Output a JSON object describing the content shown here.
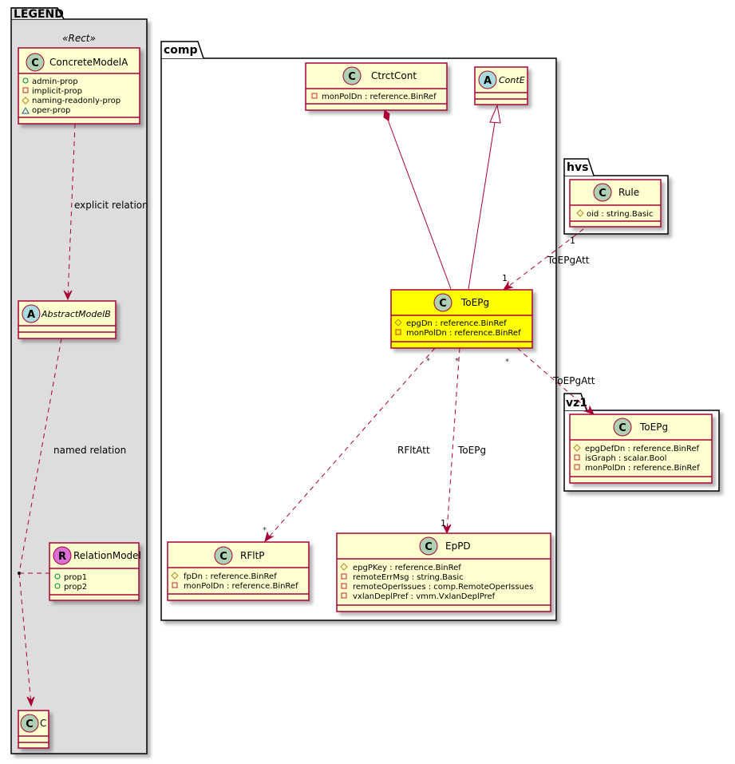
{
  "colors": {
    "class_fill": "#FEFECE",
    "class_border": "#A80036",
    "highlight_fill": "#FFFF00",
    "legend_bg": "#DDDDDD",
    "edge": "#A80036",
    "circle_class": "#ADD1B2",
    "circle_abstract": "#A9DCDF",
    "circle_relation": "#DA70D6"
  },
  "legend": {
    "package_name": "LEGEND",
    "stereotype": "«Rect»",
    "concrete": {
      "kind": "C",
      "name": "ConcreteModelA",
      "attrs": [
        {
          "vis": "public",
          "text": "admin-prop"
        },
        {
          "vis": "private",
          "text": "implicit-prop"
        },
        {
          "vis": "protected",
          "text": "naming-readonly-prop"
        },
        {
          "vis": "package",
          "text": "oper-prop"
        }
      ]
    },
    "abstract": {
      "kind": "A",
      "name": "AbstractModelB"
    },
    "relation": {
      "kind": "R",
      "name": "RelationModel",
      "attrs": [
        {
          "vis": "public",
          "text": "prop1"
        },
        {
          "vis": "public",
          "text": "prop2"
        }
      ]
    },
    "c": {
      "kind": "C",
      "name": "C"
    },
    "edge_explicit_label": "explicit relation",
    "edge_named_label": "named relation"
  },
  "packages": {
    "comp": "comp",
    "hvs": "hvs",
    "vz1": "vz1"
  },
  "classes": {
    "ctrctcont": {
      "kind": "C",
      "name": "CtrctCont",
      "attrs": [
        {
          "vis": "private",
          "text": "monPolDn : reference.BinRef"
        }
      ]
    },
    "conte": {
      "kind": "A",
      "name": "ContE",
      "attrs": []
    },
    "toepg": {
      "kind": "C",
      "name": "ToEPg",
      "attrs": [
        {
          "vis": "protected",
          "text": "epgDn : reference.BinRef"
        },
        {
          "vis": "private",
          "text": "monPolDn : reference.BinRef"
        }
      ]
    },
    "rule": {
      "kind": "C",
      "name": "Rule",
      "attrs": [
        {
          "vis": "protected",
          "text": "oid : string.Basic"
        }
      ]
    },
    "vz_toepg": {
      "kind": "C",
      "name": "ToEPg",
      "attrs": [
        {
          "vis": "protected",
          "text": "epgDefDn : reference.BinRef"
        },
        {
          "vis": "private",
          "text": "isGraph : scalar.Bool"
        },
        {
          "vis": "private",
          "text": "monPolDn : reference.BinRef"
        }
      ]
    },
    "rfltp": {
      "kind": "C",
      "name": "RFltP",
      "attrs": [
        {
          "vis": "protected",
          "text": "fpDn : reference.BinRef"
        },
        {
          "vis": "private",
          "text": "monPolDn : reference.BinRef"
        }
      ]
    },
    "eppd": {
      "kind": "C",
      "name": "EpPD",
      "attrs": [
        {
          "vis": "protected",
          "text": "epgPKey : reference.BinRef"
        },
        {
          "vis": "private",
          "text": "remoteErrMsg : string.Basic"
        },
        {
          "vis": "private",
          "text": "remoteOperIssues : comp.RemoteOperIssues"
        },
        {
          "vis": "private",
          "text": "vxlanDeplPref : vmm.VxlanDeplPref"
        }
      ]
    }
  },
  "edges": {
    "rule_toepg": {
      "label": "ToEPgAtt",
      "src_mult": "1",
      "dst_mult": "1"
    },
    "toepg_vz": {
      "label": "ToEPgAtt",
      "src_mult": "*",
      "dst_mult": "1"
    },
    "toepg_rfltp": {
      "label": "RFltAtt",
      "src_mult": "*",
      "dst_mult": "*"
    },
    "toepg_eppd": {
      "label": "ToEPg",
      "src_mult": "*",
      "dst_mult": "1"
    }
  }
}
